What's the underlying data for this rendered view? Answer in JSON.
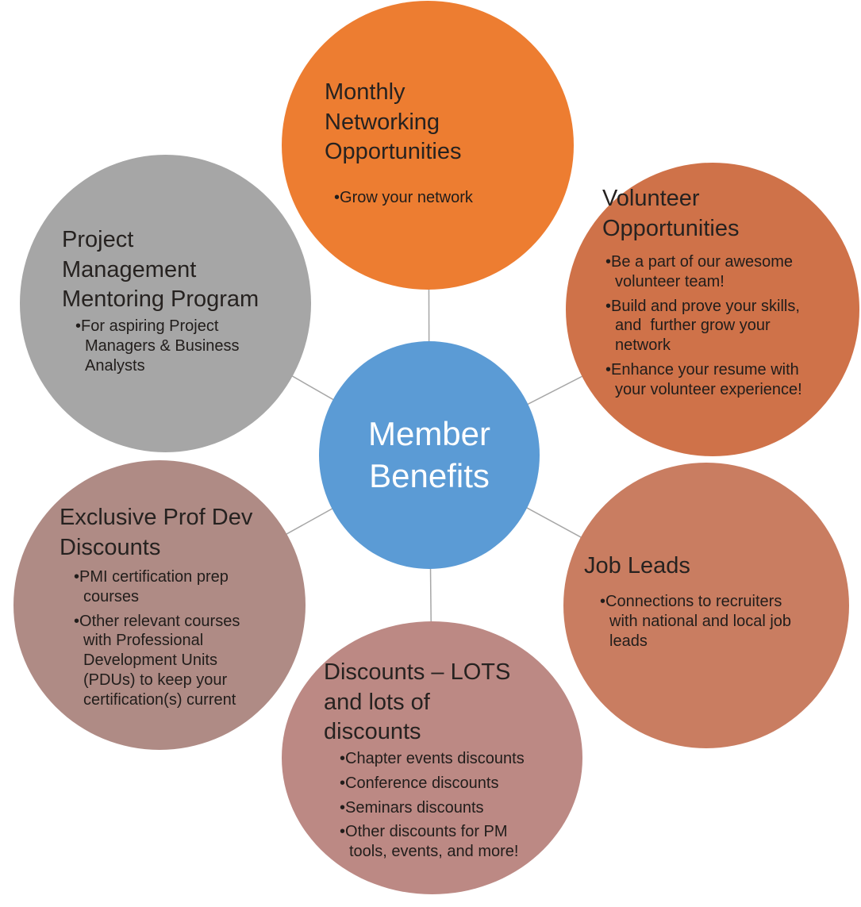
{
  "diagram": {
    "background_color": "#FFFFFF",
    "connector_color": "#A6A6A6",
    "center": {
      "label": "Member\nBenefits",
      "color": "#5B9BD5",
      "text_color": "#FFFFFF"
    },
    "nodes": [
      {
        "id": "monthly-networking",
        "title": "Monthly\nNetworking\nOpportunities",
        "bullets": [
          "Grow your network"
        ],
        "color": "#ED7D31"
      },
      {
        "id": "volunteer-opportunities",
        "title": "Volunteer\nOpportunities",
        "bullets": [
          "Be a part of our awesome volunteer team!",
          "Build and prove your skills, and  further grow your network",
          "Enhance your resume with your volunteer experience!"
        ],
        "color": "#CF7249"
      },
      {
        "id": "job-leads",
        "title": "Job Leads",
        "bullets": [
          "Connections to recruiters with national and local job leads"
        ],
        "color": "#C97D61"
      },
      {
        "id": "discounts",
        "title": "Discounts – LOTS\nand lots of\ndiscounts",
        "bullets": [
          "Chapter events discounts",
          "Conference discounts",
          "Seminars discounts",
          "Other discounts for PM tools, events, and more!"
        ],
        "color": "#BC8984"
      },
      {
        "id": "prof-dev-discounts",
        "title": "Exclusive Prof Dev\nDiscounts",
        "bullets": [
          "PMI certification prep courses",
          "Other relevant courses with Professional Development Units (PDUs) to keep your certification(s) current"
        ],
        "color": "#AF8B85"
      },
      {
        "id": "mentoring-program",
        "title": "Project\nManagement\nMentoring Program",
        "bullets": [
          "For aspiring Project Managers & Business Analysts"
        ],
        "color": "#A6A6A6"
      }
    ]
  }
}
